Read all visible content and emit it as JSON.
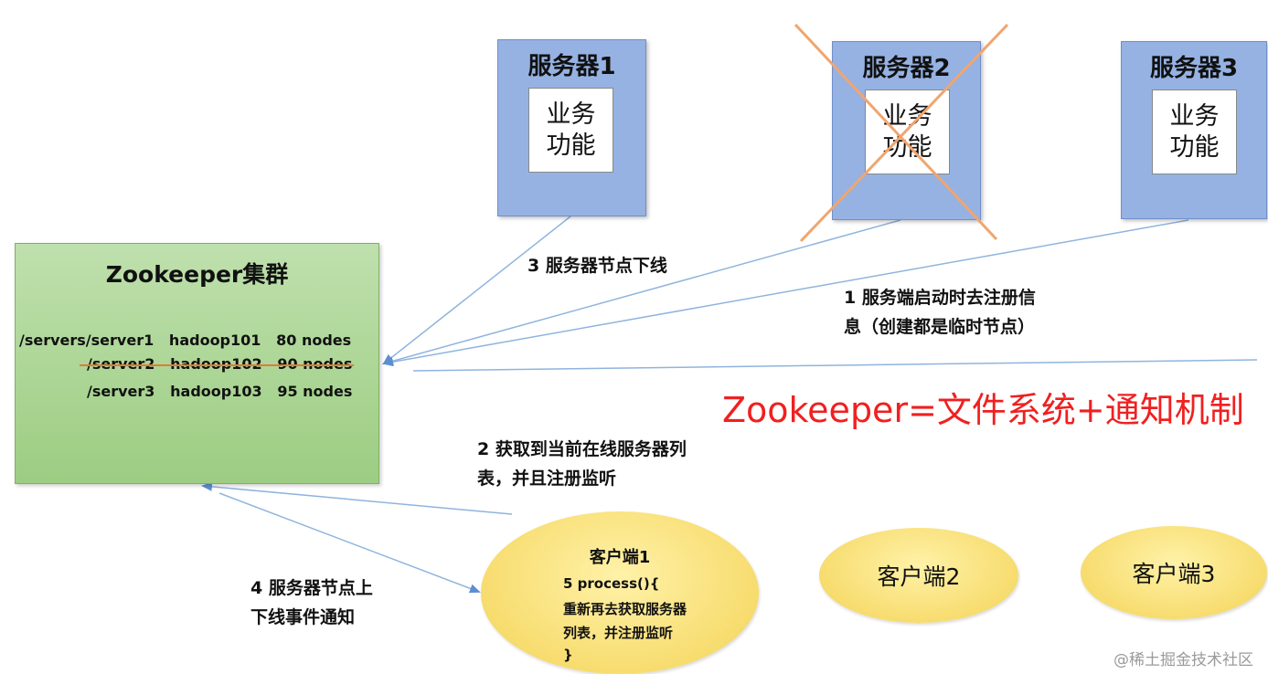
{
  "servers": [
    {
      "title": "服务器1",
      "inner_line1": "业务",
      "inner_line2": "功能"
    },
    {
      "title": "服务器2",
      "inner_line1": "业务",
      "inner_line2": "功能"
    },
    {
      "title": "服务器3",
      "inner_line1": "业务",
      "inner_line2": "功能"
    }
  ],
  "zookeeper": {
    "title": "Zookeeper集群",
    "rows": [
      "/servers/server1   hadoop101   80 nodes",
      "/server2   hadoop102   90 nodes",
      "/server3   hadoop103   95 nodes"
    ]
  },
  "labels": {
    "step1_line1": "1  服务端启动时去注册信",
    "step1_line2": "息（创建都是临时节点）",
    "step2_line1": "2  获取到当前在线服务器列",
    "step2_line2": "表，并且注册监听",
    "step3": "3  服务器节点下线",
    "step4_line1": "4  服务器节点上",
    "step4_line2": "下线事件通知"
  },
  "formula": "Zookeeper=文件系统+通知机制",
  "clients": {
    "client1": {
      "title": "客户端1",
      "lines": [
        "5 process(){",
        "重新再去获取服务器",
        "列表，并注册监听",
        "}"
      ]
    },
    "client2": "客户端2",
    "client3": "客户端3"
  },
  "watermark": "@稀土掘金技术社区",
  "colors": {
    "server_fill": "#95b2e3",
    "zk_fill": "#a9d48f",
    "client_fill": "#f7dc6f",
    "arrow": "#8fb4de",
    "cross": "#f0a56e",
    "formula": "#f02020"
  }
}
